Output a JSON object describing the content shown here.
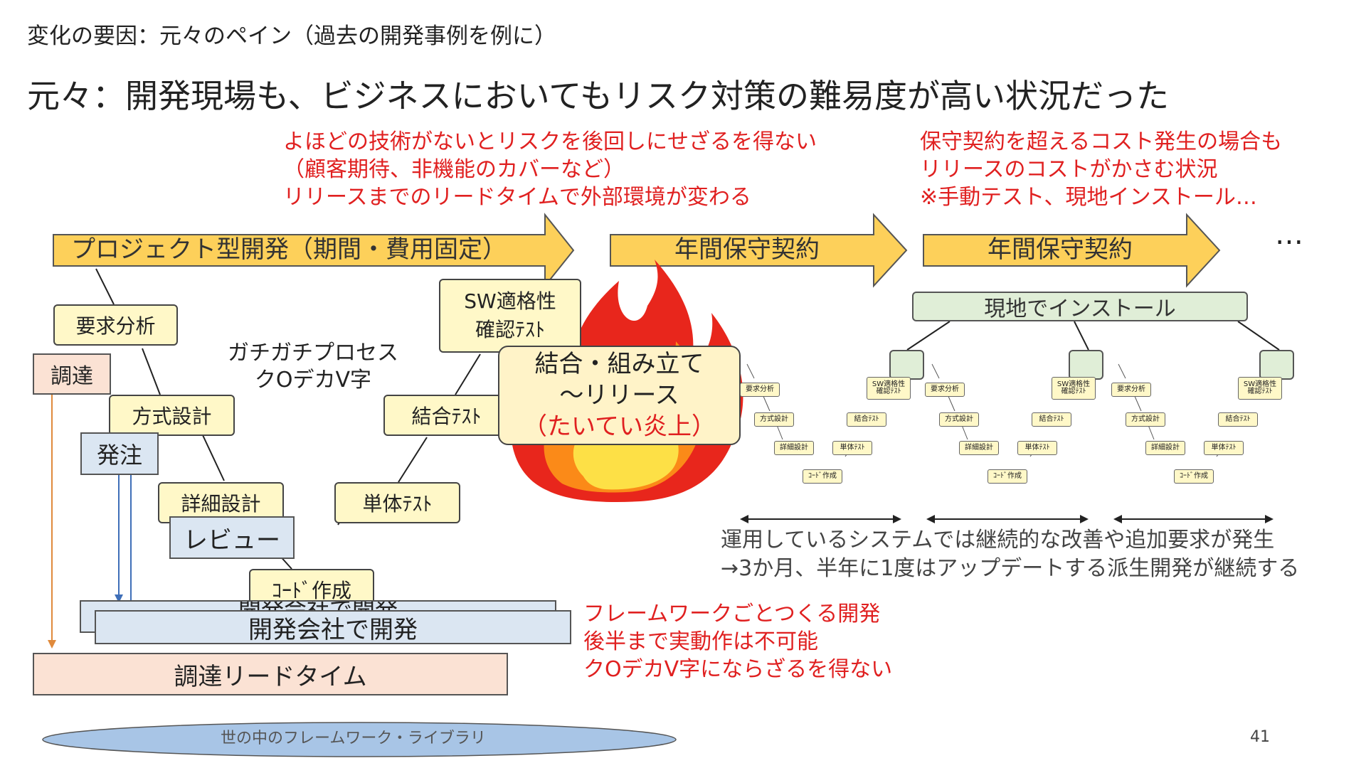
{
  "header": {
    "section_title": "変化の要因：元々のペイン（過去の開発事例を例に）",
    "main_title": "元々：開発現場も、ビジネスにおいてもリスク対策の難易度が高い状況だった"
  },
  "notes": {
    "left_red": [
      "よほどの技術がないとリスクを後回しにせざるを得ない",
      "（顧客期待、非機能のカバーなど）",
      "リリースまでのリードタイムで外部環境が変わる"
    ],
    "right_red": [
      "保守契約を超えるコスト発生の場合も",
      "リリースのコストがかさむ状況",
      "※手動テスト、現地インストール…"
    ],
    "bottom_red": [
      "フレームワークごとつくる開発",
      "後半まで実動作は不可能",
      "クOデカV字にならざるを得ない"
    ],
    "continuous": [
      "運用しているシステムでは継続的な改善や追加要求が発生",
      "→3か月、半年に1度はアップデートする派生開発が継続する"
    ]
  },
  "arrows": {
    "project": "プロジェクト型開発（期間・費用固定）",
    "maint1": "年間保守契約",
    "maint2": "年間保守契約",
    "ellipsis": "…"
  },
  "vmodel": {
    "req": "要求分析",
    "arch": "方式設計",
    "detail": "詳細設計",
    "code": "ｺｰﾄﾞ作成",
    "unit": "単体ﾃｽﾄ",
    "integ": "結合ﾃｽﾄ",
    "sw1": "SW適格性",
    "sw2": "確認ﾃｽﾄ",
    "process1": "ガチガチプロセス",
    "process2": "クOデカV字"
  },
  "procure": {
    "chotatsu": "調達",
    "hatchu": "発注",
    "review": "レビュー",
    "dev_back": "開発会社で開発",
    "dev": "開発会社で開発",
    "leadtime": "調達リードタイム"
  },
  "release": {
    "line1": "結合・組み立て",
    "line2": "～リリース",
    "line3": "（たいてい炎上）"
  },
  "install": "現地でインストール",
  "mini_vmodel": {
    "req": "要求分析",
    "arch": "方式設計",
    "detail": "詳細設計",
    "code": "ｺｰﾄﾞ作成",
    "unit": "単体ﾃｽﾄ",
    "integ": "結合ﾃｽﾄ",
    "sw1": "SW適格性",
    "sw2": "確認ﾃｽﾄ"
  },
  "framework": "世の中のフレームワーク・ライブラリ",
  "page_number": "41",
  "colors": {
    "arrow_fill": "#fdd05a",
    "red_text": "#e02020",
    "yellow_box": "#fff8c8",
    "blue_box": "#dbe6f2",
    "peach_box": "#fbe2d4",
    "green_box": "#e0eed7",
    "ellipse": "#a8c5e6"
  }
}
